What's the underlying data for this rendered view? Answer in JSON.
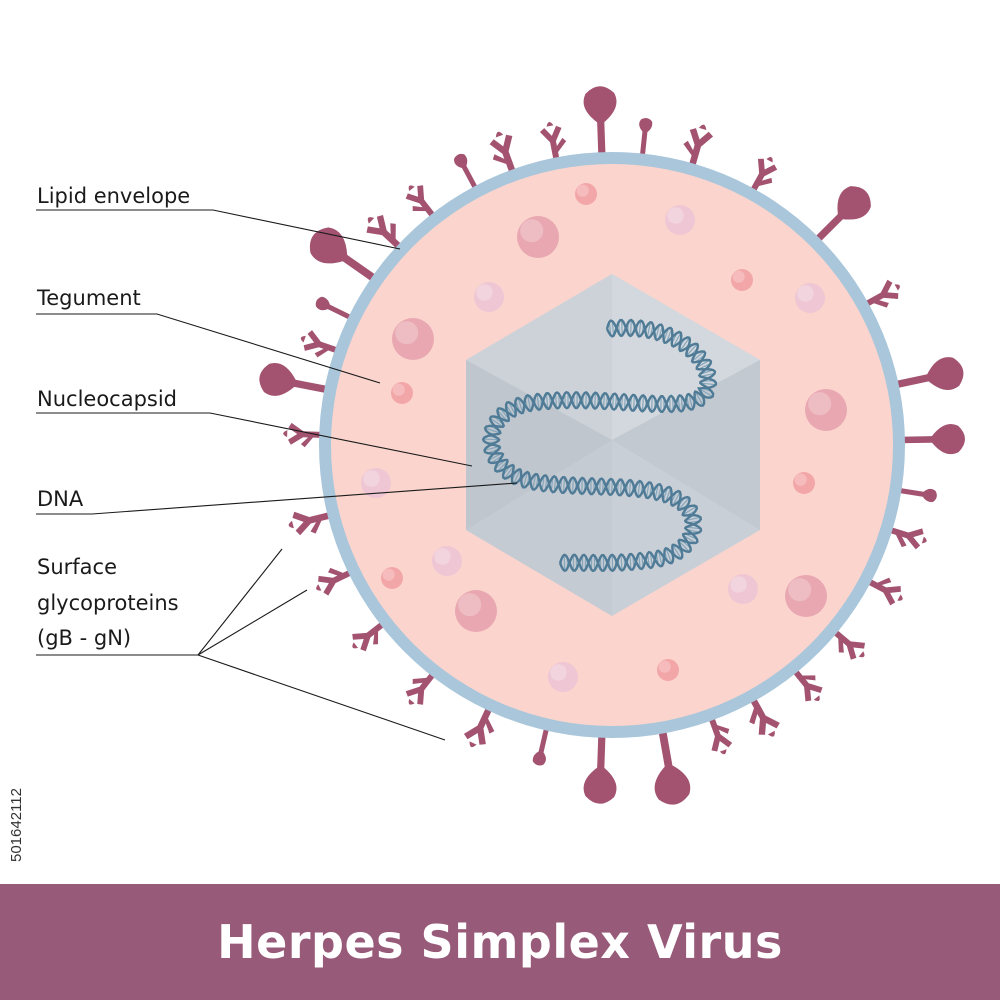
{
  "title": "Herpes Simplex Virus",
  "stock_id": "501642112",
  "labels": {
    "lipid_envelope": "Lipid envelope",
    "tegument": "Tegument",
    "nucleocapsid": "Nucleocapsid",
    "dna": "DNA",
    "surface_line1": "Surface",
    "surface_line2": "glycoproteins",
    "surface_line3": "(gB - gN)"
  },
  "colors": {
    "envelope": "#a9c6db",
    "tegument": "#fbd5cd",
    "capsid": "#c9cfd7",
    "glycoprotein": "#a3536f",
    "dna": "#4f7b96",
    "banner": "#985a79"
  }
}
